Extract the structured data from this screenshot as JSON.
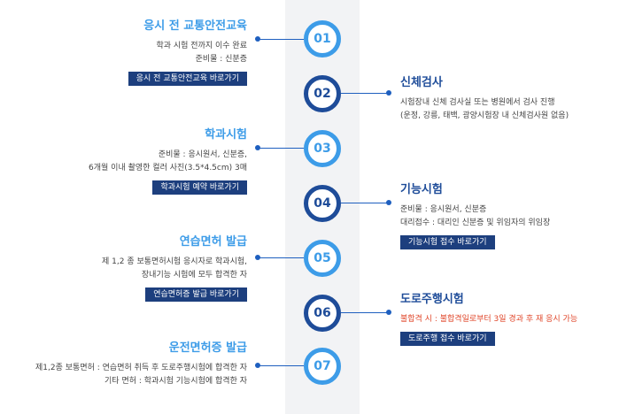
{
  "steps": [
    {
      "number": "01",
      "title": "응시 전 교통안전교육",
      "lines": [
        "학과 시험 전까지 이수 완료",
        "준비물 : 신분증"
      ],
      "button": "응시 전 교통안전교육 바로가기"
    },
    {
      "number": "02",
      "title": "신체검사",
      "lines": [
        "시험장내 신체 검사실 또는 병원에서 검사 진행",
        "(운정, 강릉, 태백, 광양시험장 내 신체검사원 없음)"
      ],
      "button": ""
    },
    {
      "number": "03",
      "title": "학과시험",
      "lines": [
        "준비물 : 응시원서, 신분증,",
        "6개월 이내 촬영한 컬러 사진(3.5*4.5cm) 3매"
      ],
      "button": "학과시험 예약 바로가기"
    },
    {
      "number": "04",
      "title": "기능시험",
      "lines": [
        "준비물 : 응시원서, 신분증",
        "대리접수 : 대리인 신분증 및 위임자의 위임장"
      ],
      "button": "기능시험 접수 바로가기"
    },
    {
      "number": "05",
      "title": "연습면허 발급",
      "lines": [
        "제 1,2 종 보통면허시험 응시자로 학과시험,",
        "장내기능 시험에 모두 합격한 자"
      ],
      "button": "연습면허증 발급 바로가기"
    },
    {
      "number": "06",
      "title": "도로주행시험",
      "lines": [
        "불합격 시 : 불합격일로부터 3일 경과 후 재 응시 가능"
      ],
      "button": "도로주행 접수 바로가기"
    },
    {
      "number": "07",
      "title": "운전면허증 발급",
      "lines": [
        "제1,2종 보통면허 : 연습면허 취득 후 도로주행시험에 합격한 자",
        "기타 면허 : 학과시험 기능시험에 합격한 자"
      ],
      "button": ""
    }
  ],
  "colors": {
    "light_accent": "#3d9ce8",
    "dark_accent": "#1e4c99",
    "button_bg": "#1d3f7e",
    "warning_text": "#e0472b",
    "track_bg": "#f2f3f5"
  }
}
